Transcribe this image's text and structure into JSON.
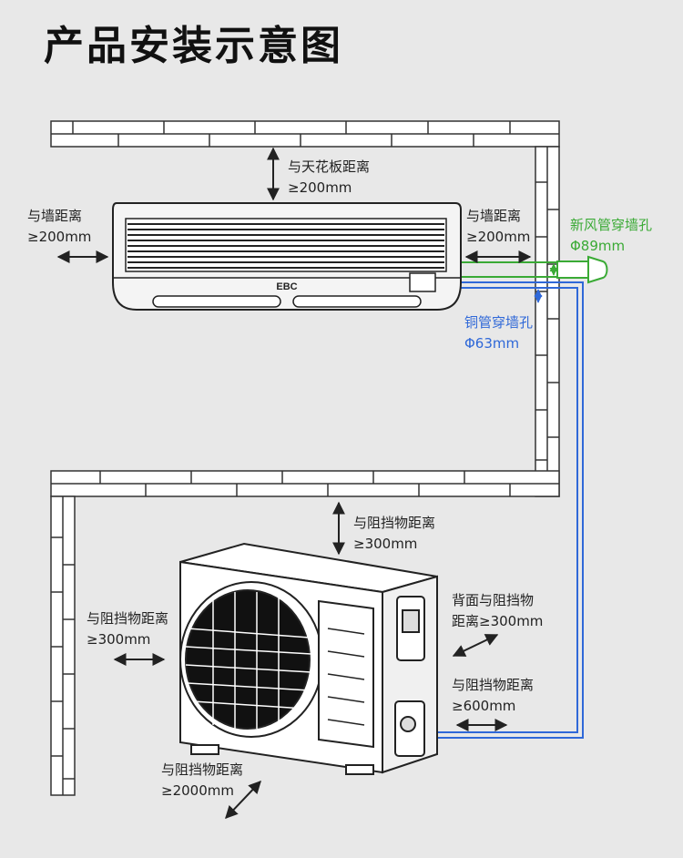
{
  "title": "产品安装示意图",
  "brand": "EBC",
  "colors": {
    "fresh_air_pipe": "#3aaa35",
    "copper_pipe": "#2f68d8",
    "background": "#e8e8e8"
  },
  "labels": {
    "ceiling": {
      "line1": "与天花板距离",
      "line2": "≥200mm"
    },
    "wall_left": {
      "line1": "与墙距离",
      "line2": "≥200mm"
    },
    "wall_right": {
      "line1": "与墙距离",
      "line2": "≥200mm"
    },
    "fresh_air_hole": {
      "line1": "新风管穿墙孔",
      "line2": "Φ89mm"
    },
    "copper_hole": {
      "line1": "铜管穿墙孔",
      "line2": "Φ63mm"
    },
    "outdoor_top": {
      "line1": "与阻挡物距离",
      "line2": "≥300mm"
    },
    "outdoor_left": {
      "line1": "与阻挡物距离",
      "line2": "≥300mm"
    },
    "outdoor_back": {
      "line1": "背面与阻挡物",
      "line2": "距离≥300mm"
    },
    "outdoor_right": {
      "line1": "与阻挡物距离",
      "line2": "≥600mm"
    },
    "outdoor_front": {
      "line1": "与阻挡物距离",
      "line2": "≥2000mm"
    }
  }
}
